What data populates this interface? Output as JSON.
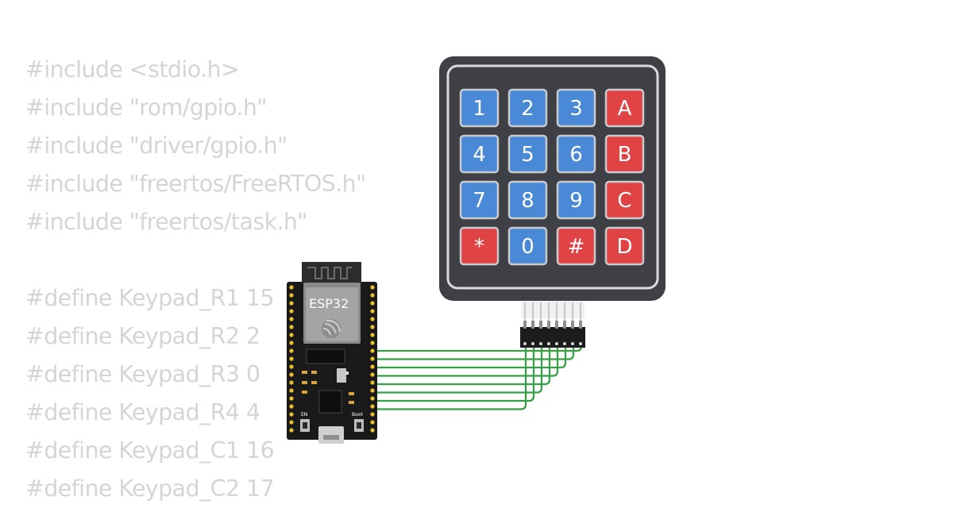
{
  "code": {
    "lines": [
      "#include <stdio.h>",
      "#include \"rom/gpio.h\"",
      "#include \"driver/gpio.h\"",
      "#include \"freertos/FreeRTOS.h\"",
      "#include \"freertos/task.h\"",
      "",
      "#define Keypad_R1 15",
      "#define Keypad_R2 2",
      "#define Keypad_R3 0",
      "#define Keypad_R4 4",
      "#define Keypad_C1 16",
      "#define Keypad_C2 17"
    ]
  },
  "board": {
    "module_label": "ESP32",
    "en_label": "EN",
    "boot_label": "Boot"
  },
  "keypad": {
    "keys": [
      {
        "label": "1",
        "type": "digit"
      },
      {
        "label": "2",
        "type": "digit"
      },
      {
        "label": "3",
        "type": "digit"
      },
      {
        "label": "A",
        "type": "letter"
      },
      {
        "label": "4",
        "type": "digit"
      },
      {
        "label": "5",
        "type": "digit"
      },
      {
        "label": "6",
        "type": "digit"
      },
      {
        "label": "B",
        "type": "letter"
      },
      {
        "label": "7",
        "type": "digit"
      },
      {
        "label": "8",
        "type": "digit"
      },
      {
        "label": "9",
        "type": "digit"
      },
      {
        "label": "C",
        "type": "letter"
      },
      {
        "label": "*",
        "type": "symbol"
      },
      {
        "label": "0",
        "type": "digit"
      },
      {
        "label": "#",
        "type": "symbol"
      },
      {
        "label": "D",
        "type": "letter"
      }
    ]
  },
  "colors": {
    "digit_key": "#4a89d6",
    "letter_key": "#e04344",
    "keypad_body": "#3e4046",
    "board_body": "#1a1a1a",
    "pin_header": "#e8c22a",
    "wire": "#35a043",
    "code_text": "#d5d5d5"
  }
}
